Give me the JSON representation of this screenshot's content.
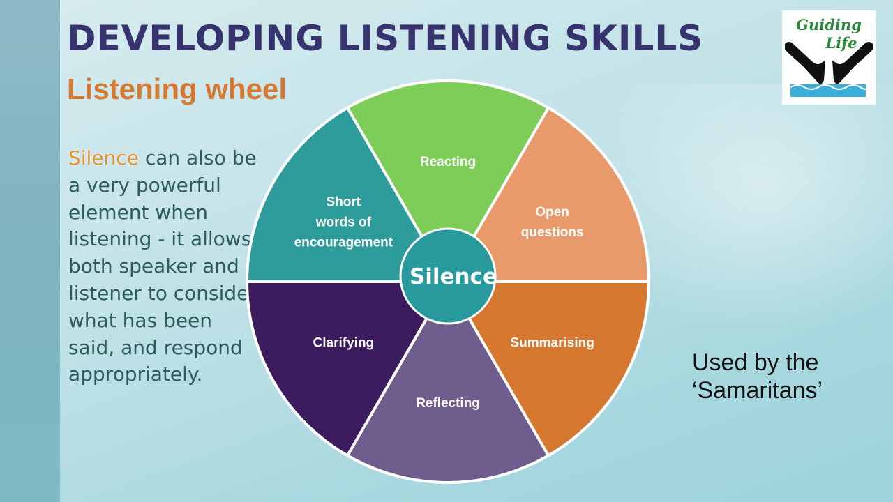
{
  "slide": {
    "title": "DEVELOPING LISTENING SKILLS",
    "subtitle": "Listening wheel",
    "body_highlight": "Silence",
    "body_rest": " can also be a very powerful element when listening - it allows both speaker and listener to consider what has been said, and respond appropriately.",
    "note_line1": "Used by the",
    "note_line2": "‘Samaritans’"
  },
  "logo": {
    "line1": "Guiding",
    "line2": "Life",
    "icon": "hands-holding-icon"
  },
  "wheel": {
    "center": "Silence",
    "segments": [
      {
        "label": [
          "Reacting"
        ],
        "color": "#7dcd58"
      },
      {
        "label": [
          "Open",
          "questions"
        ],
        "color": "#e89a6a"
      },
      {
        "label": [
          "Summarising"
        ],
        "color": "#d67730"
      },
      {
        "label": [
          "Reflecting"
        ],
        "color": "#6e5d8d"
      },
      {
        "label": [
          "Clarifying"
        ],
        "color": "#3c1b5e"
      },
      {
        "label": [
          "Short",
          "words of",
          "encouragement"
        ],
        "color": "#2e9c9a"
      }
    ],
    "center_color": "#289a9d"
  },
  "colors": {
    "title": "#36336e",
    "subtitle": "#d57a35",
    "body": "#2c5d5c",
    "highlight": "#e4932e"
  }
}
